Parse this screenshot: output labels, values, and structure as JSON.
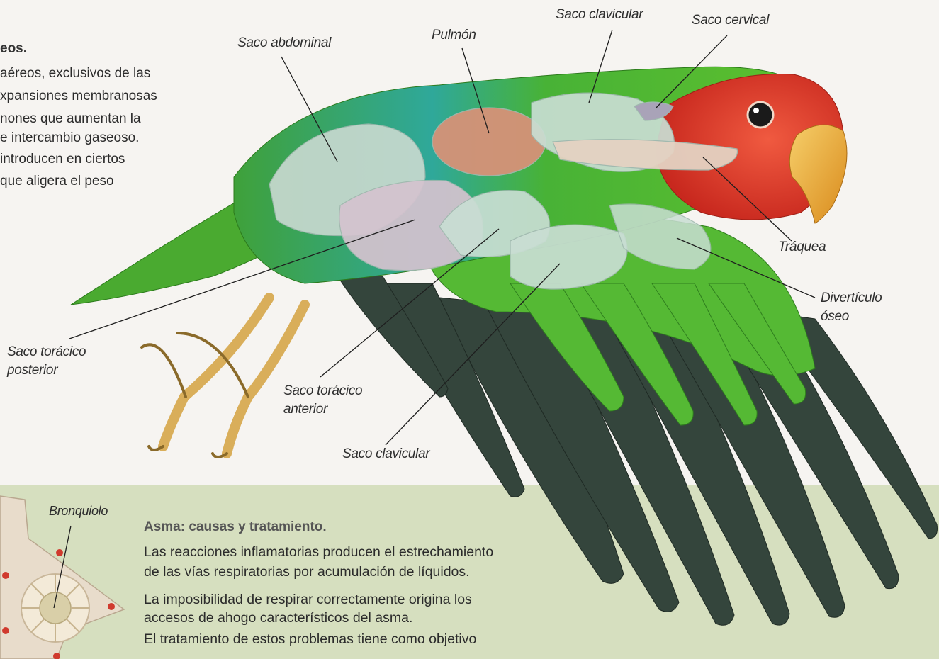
{
  "intro": {
    "heading": "eos.",
    "lines": [
      "aéreos, exclusivos de las",
      "xpansiones membranosas",
      "nones que aumentan la",
      "e intercambio gaseoso.",
      "introducen en ciertos",
      "que aligera el peso"
    ]
  },
  "labels": {
    "saco_abdominal": "Saco abdominal",
    "pulmon": "Pulmón",
    "saco_clavicular_top": "Saco clavicular",
    "saco_cervical": "Saco cervical",
    "traquea": "Tráquea",
    "diverticulo_line1": "Divertículo",
    "diverticulo_line2": "óseo",
    "saco_toracico_posterior_line1": "Saco torácico",
    "saco_toracico_posterior_line2": "posterior",
    "saco_toracico_anterior_line1": "Saco torácico",
    "saco_toracico_anterior_line2": "anterior",
    "saco_clavicular_bottom": "Saco clavicular",
    "bronquiolo": "Bronquiolo"
  },
  "asthma": {
    "heading": "Asma: causas y tratamiento.",
    "lines": [
      "Las reacciones inflamatorias producen el estrechamiento",
      "de las vías respiratorias por acumulación de líquidos.",
      "La imposibilidad de respirar correctamente origina los",
      "accesos de ahogo característicos del asma.",
      "El tratamiento de estos problemas tiene como objetivo"
    ]
  },
  "colors": {
    "panel": "#d6dfbf",
    "body_green": "#4caf2e",
    "head_red": "#e3402e",
    "beak": "#f0b43c",
    "air_sac": "#c8dcd2",
    "lung": "#d8957a",
    "dark_feather": "#3a4a40"
  }
}
